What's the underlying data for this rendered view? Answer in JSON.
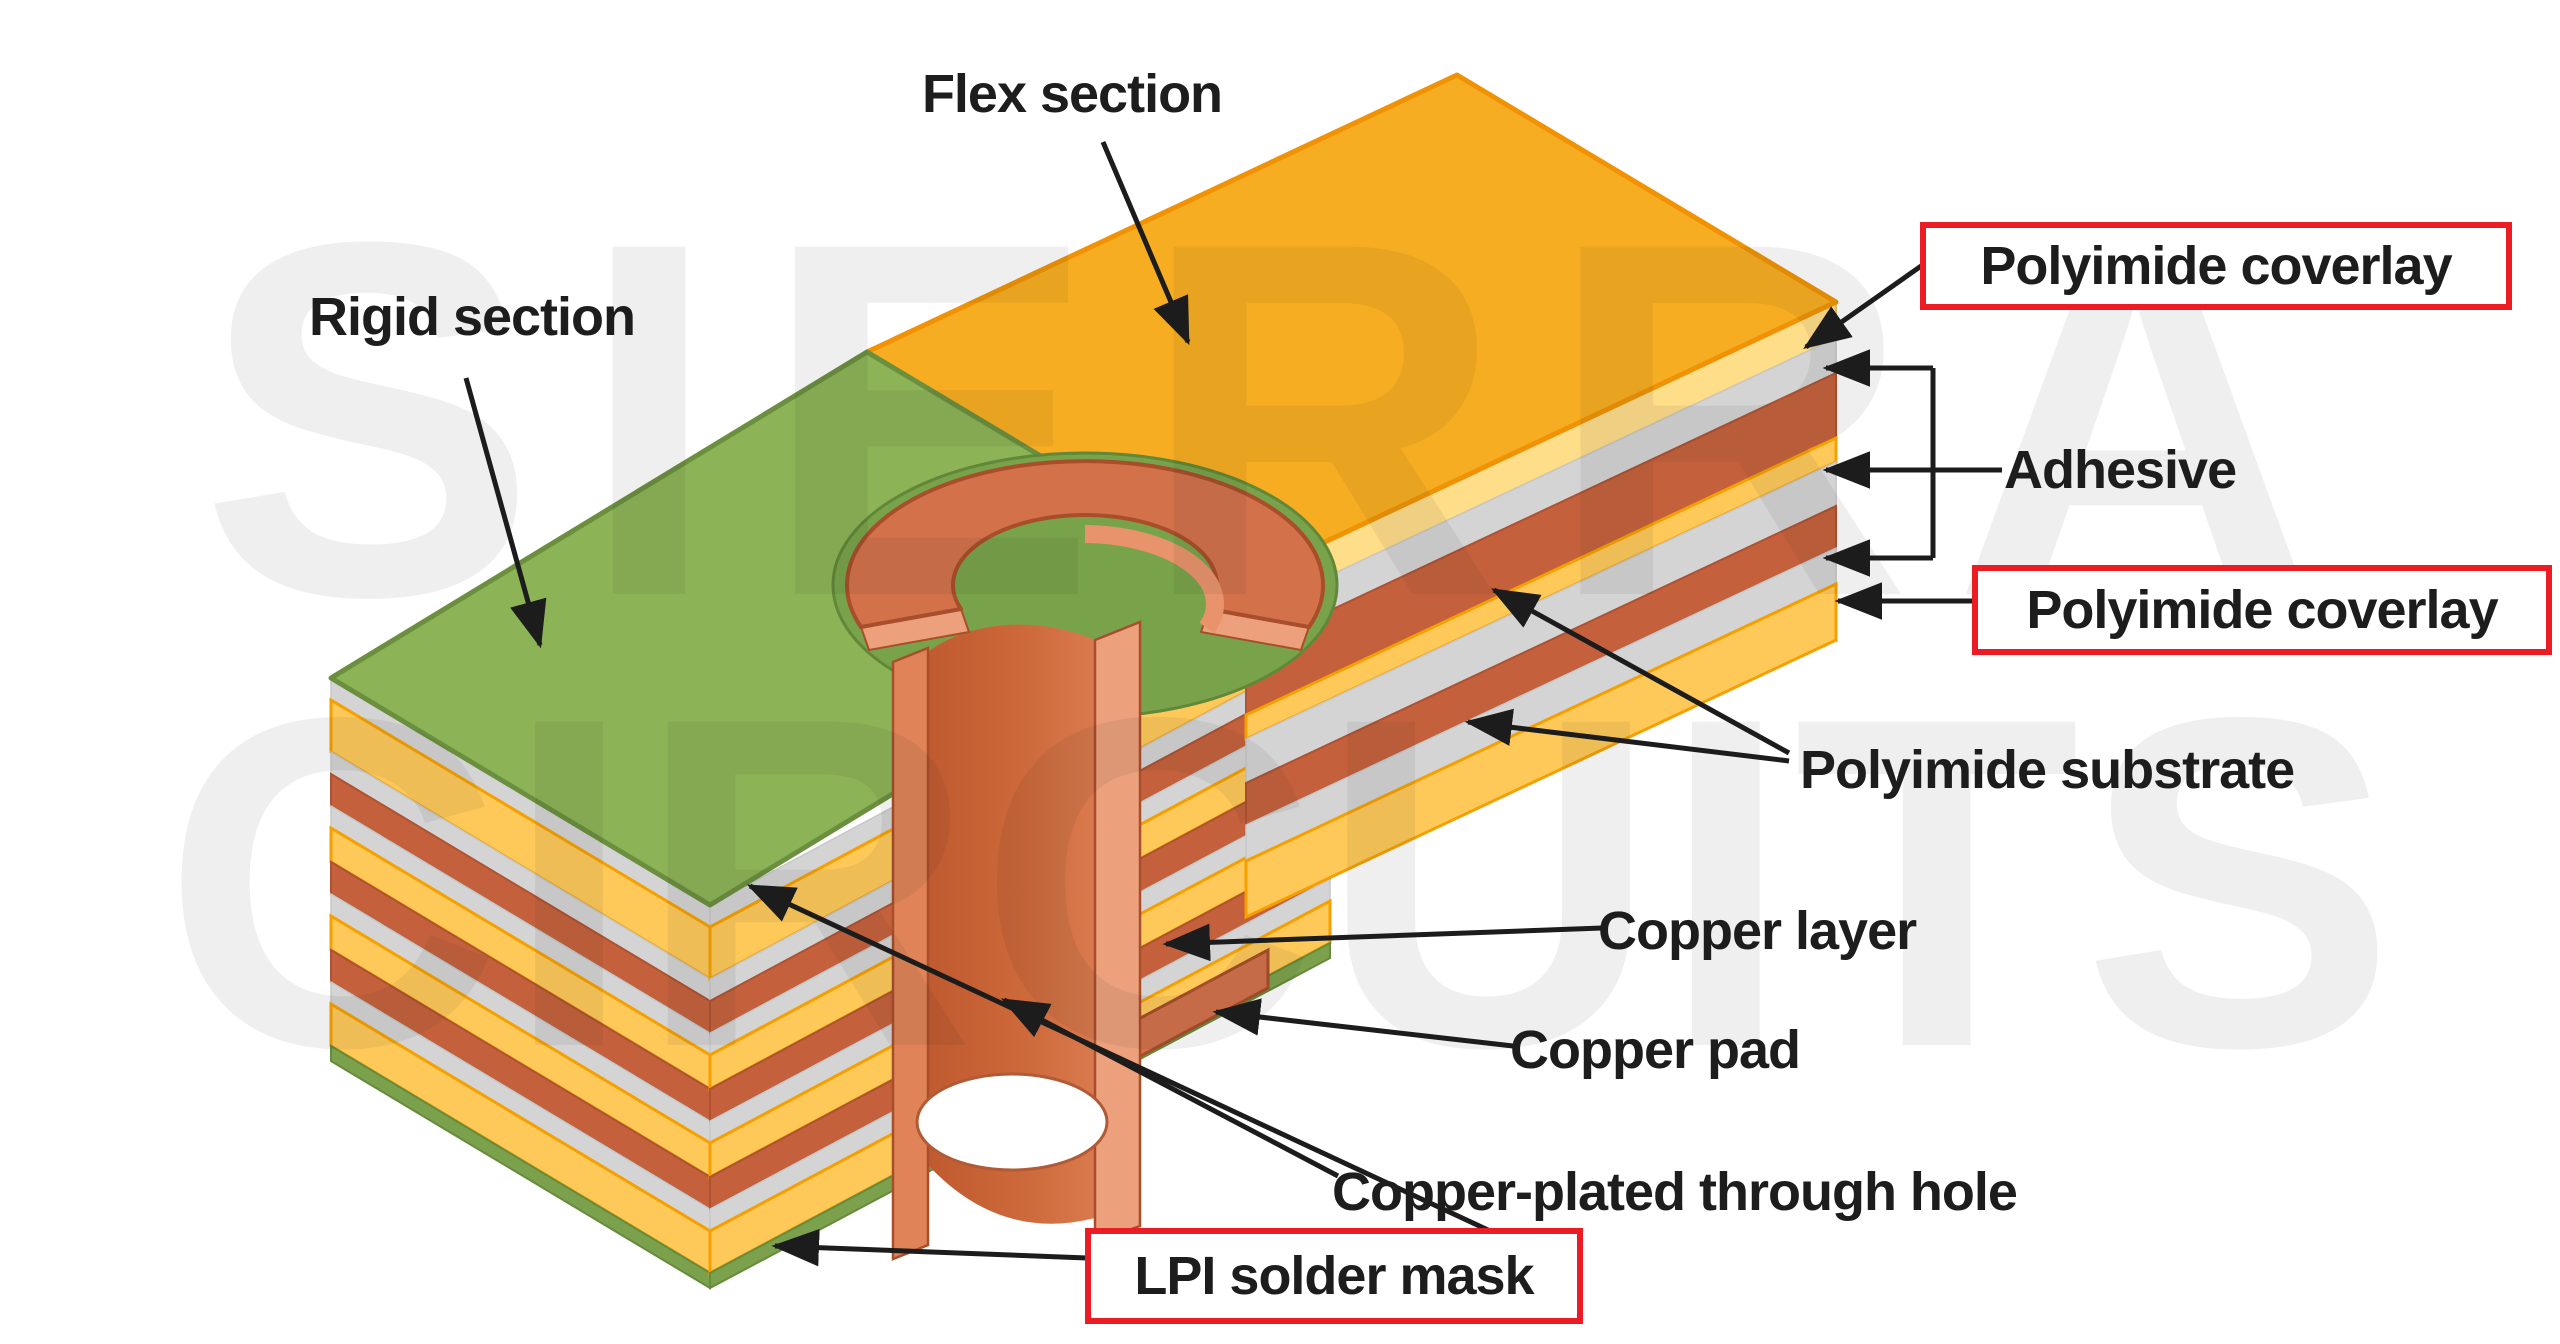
{
  "diagram": {
    "type": "rigid-flex PCB stack-up cutaway illustration",
    "labels": {
      "rigid_section": "Rigid section",
      "flex_section": "Flex section",
      "polyimide_coverlay_top": "Polyimide coverlay",
      "adhesive": "Adhesive",
      "polyimide_coverlay_bottom": "Polyimide coverlay",
      "polyimide_substrate": "Polyimide substrate",
      "copper_layer": "Copper layer",
      "copper_pad": "Copper pad",
      "copper_plated_through_hole": "Copper-plated through hole",
      "lpi_solder_mask": "LPI solder mask"
    },
    "watermark": {
      "line1": "SIERRA",
      "line2": "CIRCUITS"
    },
    "colors": {
      "red_border": "#EC1C24",
      "text_color": "#1D1D1D",
      "wm_color": "#1A1A1A",
      "green_top": "#8CB456",
      "green_edge": "#6B8F3F",
      "yellow_top": "#F7AD21",
      "yellow_edge": "#F09204",
      "yellow_layer": "#FFC95A",
      "pale_coverlay_layer": "#FFDE8A",
      "adhesive_gray_layer": "#D4D4D5",
      "copper_brown_layer": "#C4613C",
      "solder_mask_green_layer": "#7CA14D",
      "copper_barrel": "#D3714B",
      "copper_barrel_inner": "#C96336",
      "copper_cut_face": "#ECA07C",
      "copper_outline": "#A84E2B"
    }
  }
}
